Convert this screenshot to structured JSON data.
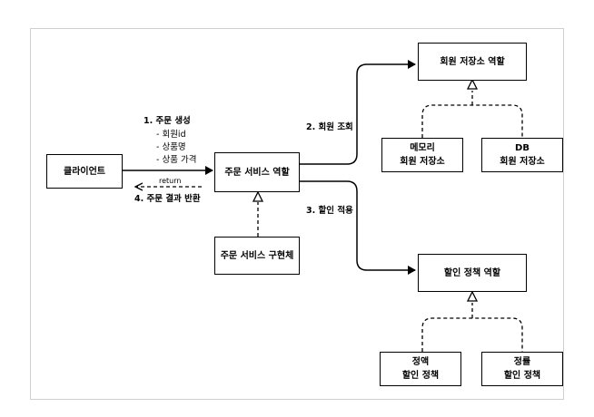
{
  "nodes": {
    "client": "클라이언트",
    "order_service_role": "주문 서비스 역할",
    "order_service_impl": "주문 서비스 구현체",
    "member_repo_role": "회원 저장소 역할",
    "memory_repo": {
      "line1": "메모리",
      "line2": "회원 저장소"
    },
    "db_repo": {
      "line1": "DB",
      "line2": "회원 저장소"
    },
    "discount_policy_role": "할인 정책 역할",
    "fixed_discount": {
      "line1": "정액",
      "line2": "할인 정책"
    },
    "rate_discount": {
      "line1": "정률",
      "line2": "할인 정책"
    }
  },
  "edges": {
    "create_order": "1. 주문 생성",
    "param_member_id": "- 회원id",
    "param_product_name": "- 상품명",
    "param_product_price": "- 상품 가격",
    "return_label": "return",
    "return_result": "4. 주문 결과 반환",
    "member_lookup": "2. 회원 조회",
    "apply_discount": "3. 할인 적용"
  }
}
